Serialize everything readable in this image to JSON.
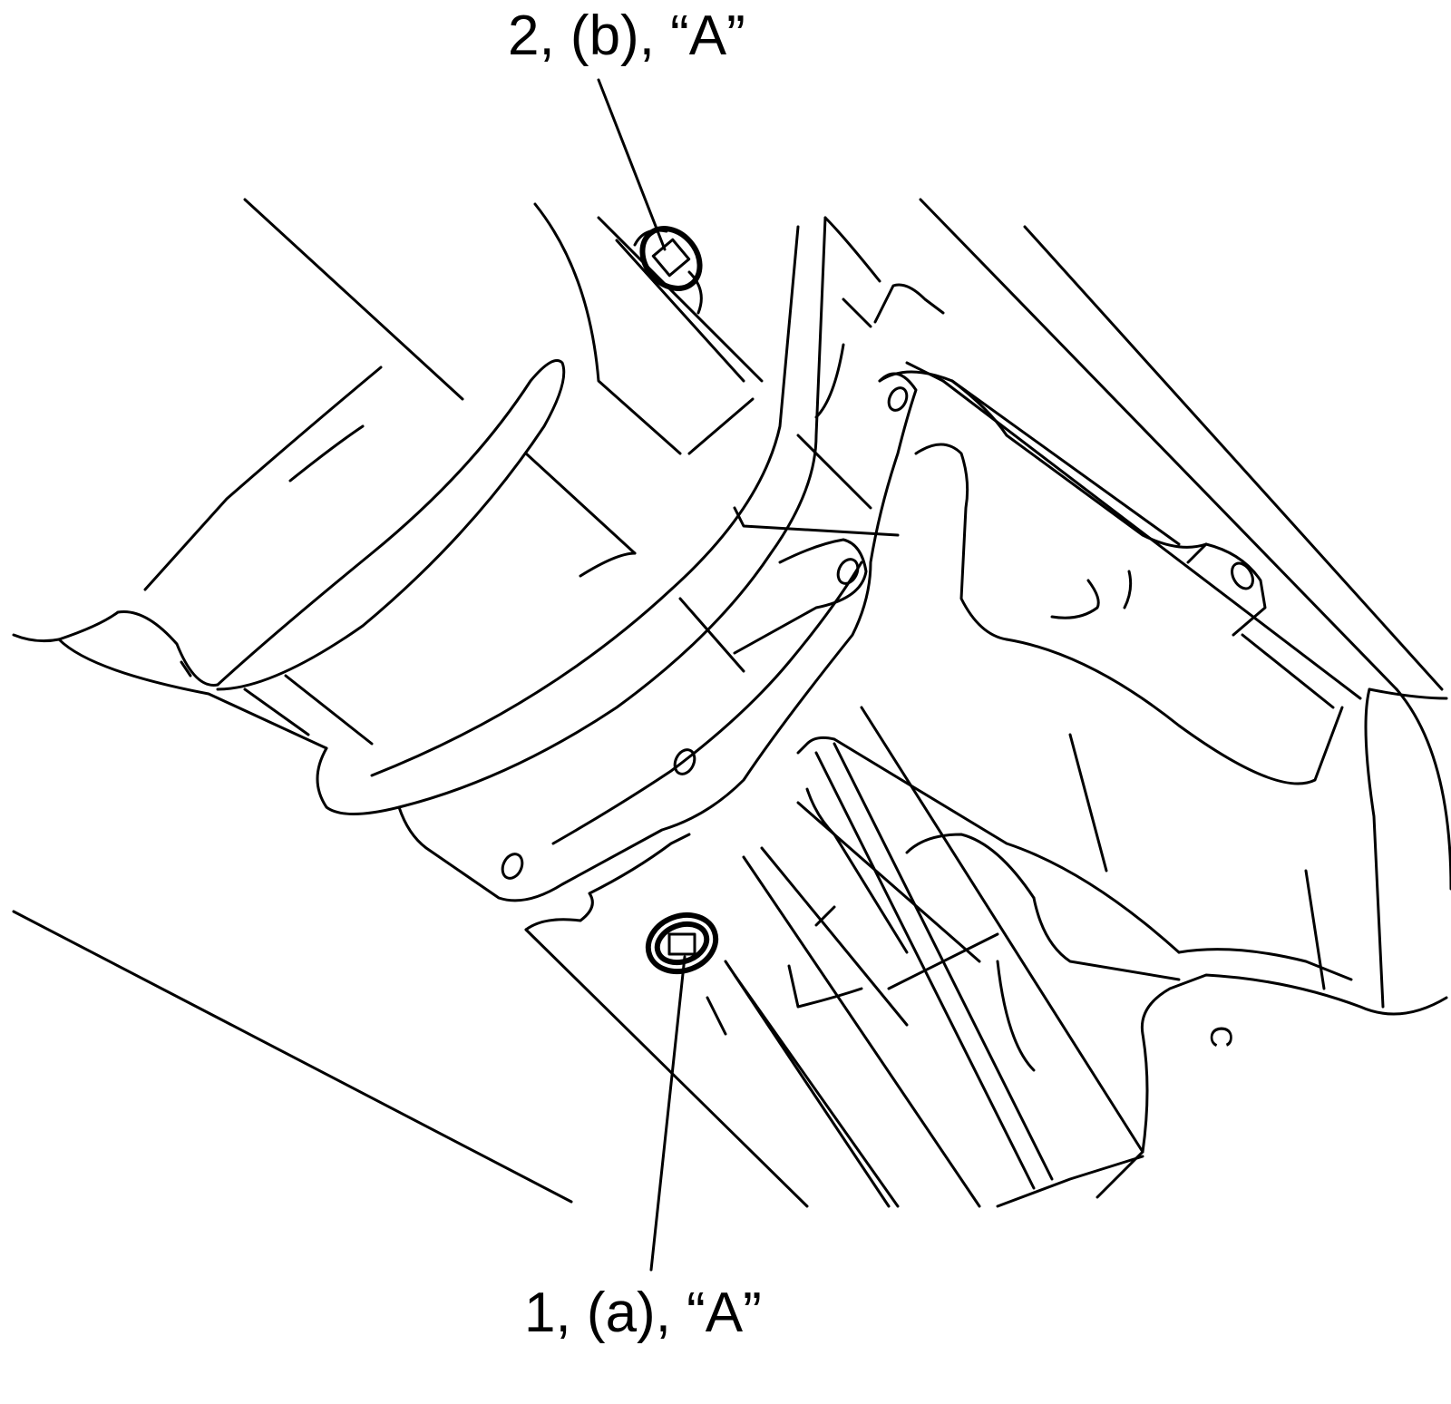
{
  "callouts": {
    "top": "2, (b),  “A”",
    "bottom": "1, (a),  “A”"
  },
  "marking": "C"
}
